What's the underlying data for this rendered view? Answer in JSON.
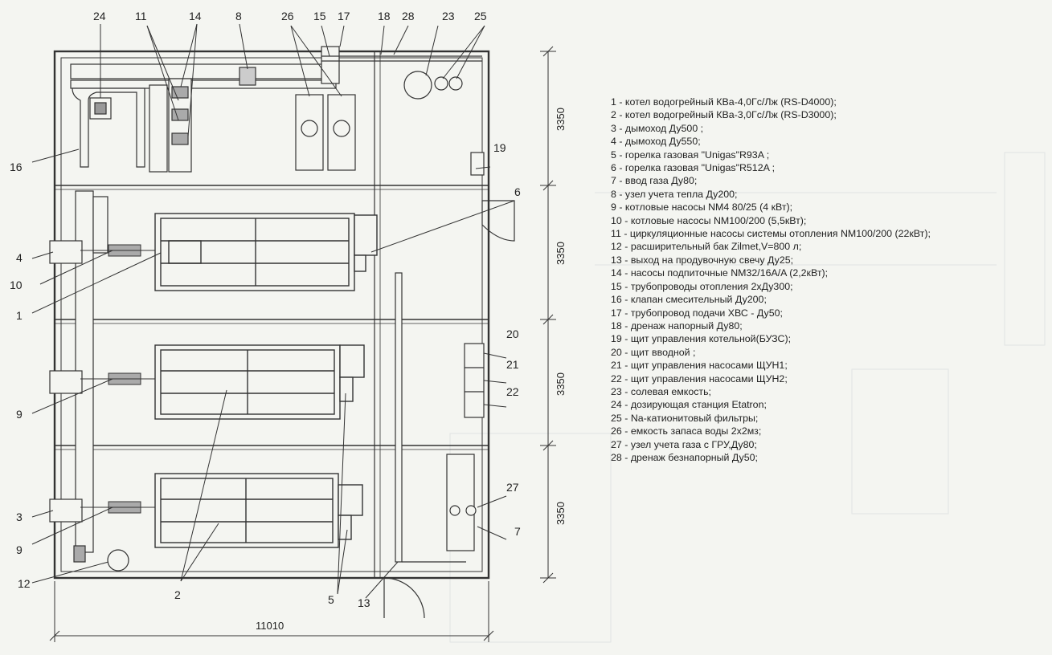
{
  "callouts": {
    "c24": "24",
    "c11": "11",
    "c14": "14",
    "c8": "8",
    "c26": "26",
    "c15": "15",
    "c17": "17",
    "c18": "18",
    "c28": "28",
    "c23": "23",
    "c25": "25",
    "c16": "16",
    "c19": "19",
    "c6": "6",
    "c4": "4",
    "c10": "10",
    "c1": "1",
    "c20": "20",
    "c21": "21",
    "c22": "22",
    "c9a": "9",
    "c27": "27",
    "c7": "7",
    "c3": "3",
    "c9b": "9",
    "c12": "12",
    "c2": "2",
    "c5": "5",
    "c13": "13"
  },
  "dimensions": {
    "section_1": "3350",
    "section_2": "3350",
    "section_3": "3350",
    "section_4": "3350",
    "overall_width": "11010"
  },
  "legend": [
    {
      "num": "1",
      "text": "котел водогрейный КВа-4,0Гс/Лж (RS-D4000);"
    },
    {
      "num": "2",
      "text": "котел водогрейный КВа-3,0Гс/Лж (RS-D3000);"
    },
    {
      "num": "3",
      "text": "дымоход Ду500 ;"
    },
    {
      "num": "4",
      "text": "дымоход Ду550;"
    },
    {
      "num": "5",
      "text": "горелка газовая \"Unigas\"R93A ;"
    },
    {
      "num": "6",
      "text": "горелка газовая \"Unigas\"R512A ;"
    },
    {
      "num": "7",
      "text": "ввод газа Ду80;"
    },
    {
      "num": "8",
      "text": "узел учета тепла Ду200;"
    },
    {
      "num": "9",
      "text": "котловые насосы NM4 80/25 (4 кВт);"
    },
    {
      "num": "10",
      "text": "котловые насосы NM100/200 (5,5кВт);"
    },
    {
      "num": "11",
      "text": "циркуляционные насосы системы отопления NM100/200 (22кВт);"
    },
    {
      "num": "12",
      "text": "расширительный бак Zilmet,V=800 л;"
    },
    {
      "num": "13",
      "text": "выход на продувочную свечу Ду25;"
    },
    {
      "num": "14",
      "text": "насосы подпиточные NM32/16A/A (2,2кВт);"
    },
    {
      "num": "15",
      "text": "трубопроводы отопления 2хДу300;"
    },
    {
      "num": "16",
      "text": "клапан смесительный Ду200;"
    },
    {
      "num": "17",
      "text": "трубопровод подачи ХВС - Ду50;"
    },
    {
      "num": "18",
      "text": "дренаж напорный Ду80;"
    },
    {
      "num": "19",
      "text": "щит управления котельной(БУЗС);"
    },
    {
      "num": "20",
      "text": "щит вводной ;"
    },
    {
      "num": "21",
      "text": "щит управления насосами ЩУН1;"
    },
    {
      "num": "22",
      "text": "щит управления насосами ЩУН2;"
    },
    {
      "num": "23",
      "text": "солевая емкость;"
    },
    {
      "num": "24",
      "text": "дозирующая станция Etatron;"
    },
    {
      "num": "25",
      "text": "Na-катионитовый фильтры;"
    },
    {
      "num": "26",
      "text": "емкость запаса воды 2х2мз;"
    },
    {
      "num": "27",
      "text": "узел учета газа с ГРУ,Ду80;"
    },
    {
      "num": "28",
      "text": "дренаж безнапорный Ду50;"
    }
  ]
}
